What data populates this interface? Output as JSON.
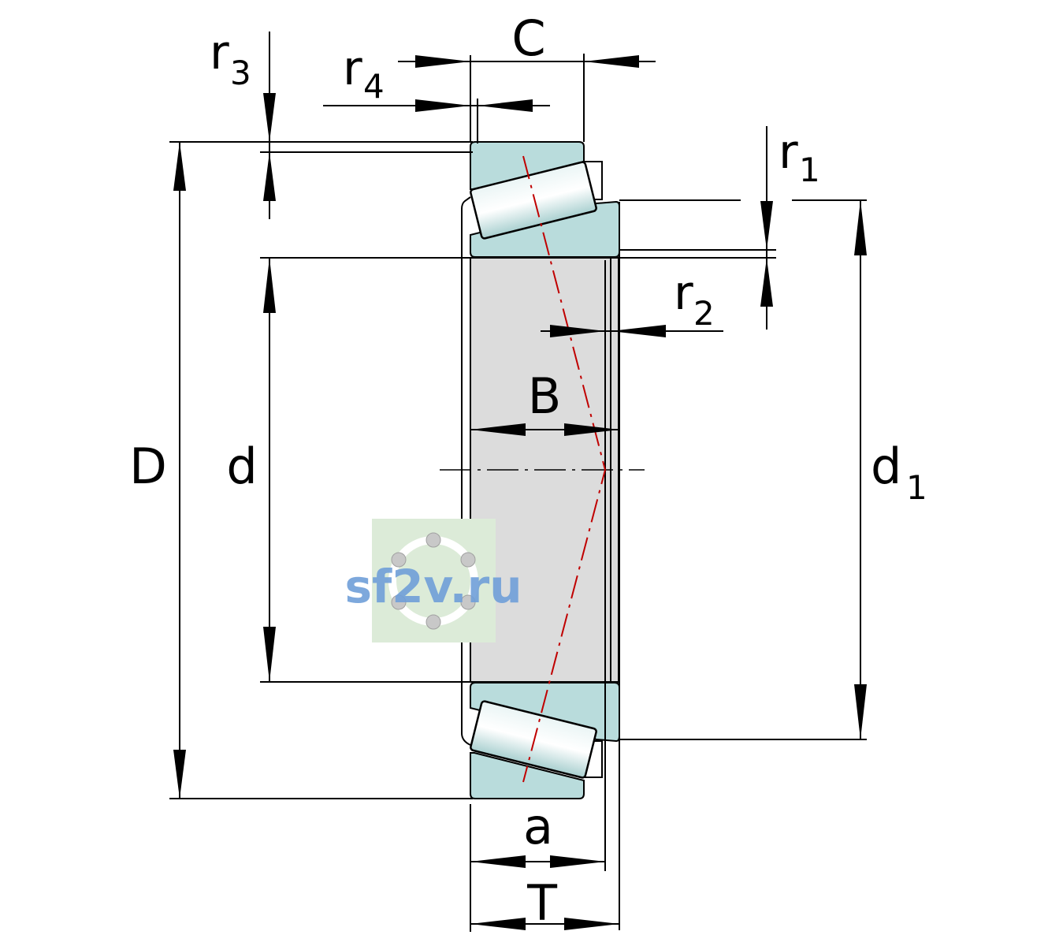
{
  "labels": {
    "C": "C",
    "r3_main": "r",
    "r3_sub": "3",
    "r4_main": "r",
    "r4_sub": "4",
    "r1_main": "r",
    "r1_sub": "1",
    "r2_main": "r",
    "r2_sub": "2",
    "D": "D",
    "d": "d",
    "B": "B",
    "d1_main": "d",
    "d1_sub": "1",
    "a": "a",
    "T": "T"
  },
  "watermark": {
    "text": "sf2v.ru"
  },
  "colors": {
    "ring_fill": "#b9dcdc",
    "bore_fill": "#dcdcdc",
    "roller_fill": "#cfe6e6",
    "centerline": "#c00000",
    "watermark_text": "#6f9fd8",
    "watermark_bg": "#dcebd8"
  }
}
